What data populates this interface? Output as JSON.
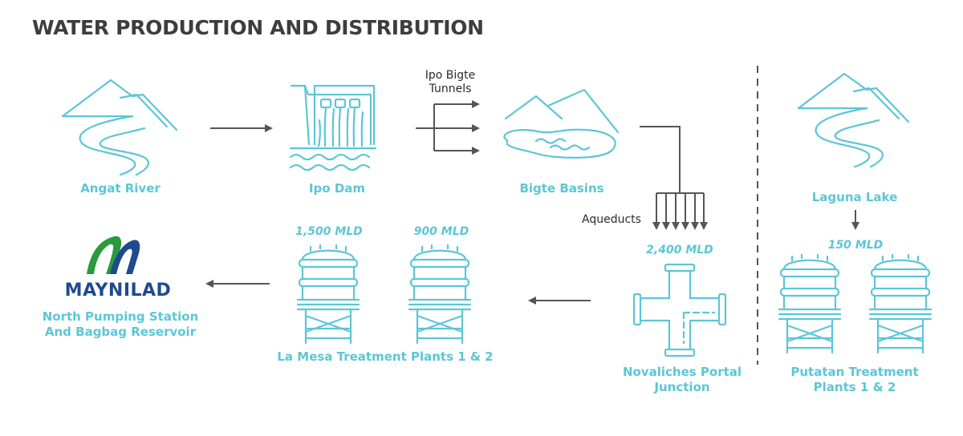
{
  "title": "WATER PRODUCTION AND DISTRIBUTION",
  "nodes": {
    "angat_river": "Angat River",
    "ipo_dam": "Ipo Dam",
    "bigte_basins": "Bigte Basins",
    "laguna_lake": "Laguna Lake",
    "north_pumping": "North Pumping Station",
    "bagbag": "And Bagbag Reservoir",
    "la_mesa": "La Mesa Treatment Plants 1 & 2",
    "novaliches_1": "Novaliches Portal",
    "novaliches_2": "Junction",
    "putatan_1": "Putatan Treatment",
    "putatan_2": "Plants 1 & 2"
  },
  "annotations": {
    "tunnels_1": "Ipo Bigte",
    "tunnels_2": "Tunnels",
    "aqueducts": "Aqueducts"
  },
  "capacities": {
    "la_mesa_1": "1,500 MLD",
    "la_mesa_2": "900 MLD",
    "novaliches": "2,400 MLD",
    "putatan": "150 MLD"
  },
  "logo": {
    "name": "MAYNILAD",
    "colors": [
      "#2a9a3f",
      "#1e4a8f"
    ]
  },
  "colors": {
    "accent": "#5cc6d6",
    "arrow": "#555555",
    "title": "#3d3d3d"
  }
}
